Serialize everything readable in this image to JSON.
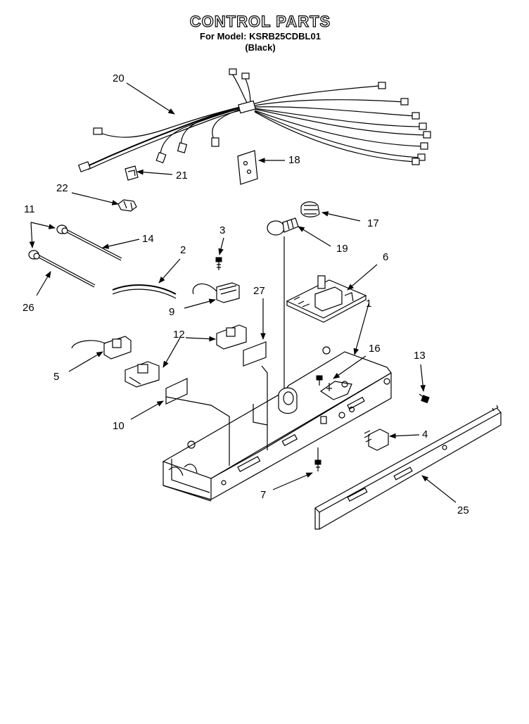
{
  "header": {
    "title": "CONTROL PARTS",
    "model": "For Model: KSRB25CDBL01",
    "color": "(Black)"
  },
  "callouts": [
    "20",
    "21",
    "18",
    "22",
    "17",
    "11",
    "14",
    "3",
    "2",
    "19",
    "6",
    "26",
    "27",
    "9",
    "1",
    "12",
    "16",
    "13",
    "5",
    "4",
    "10",
    "7",
    "25"
  ]
}
